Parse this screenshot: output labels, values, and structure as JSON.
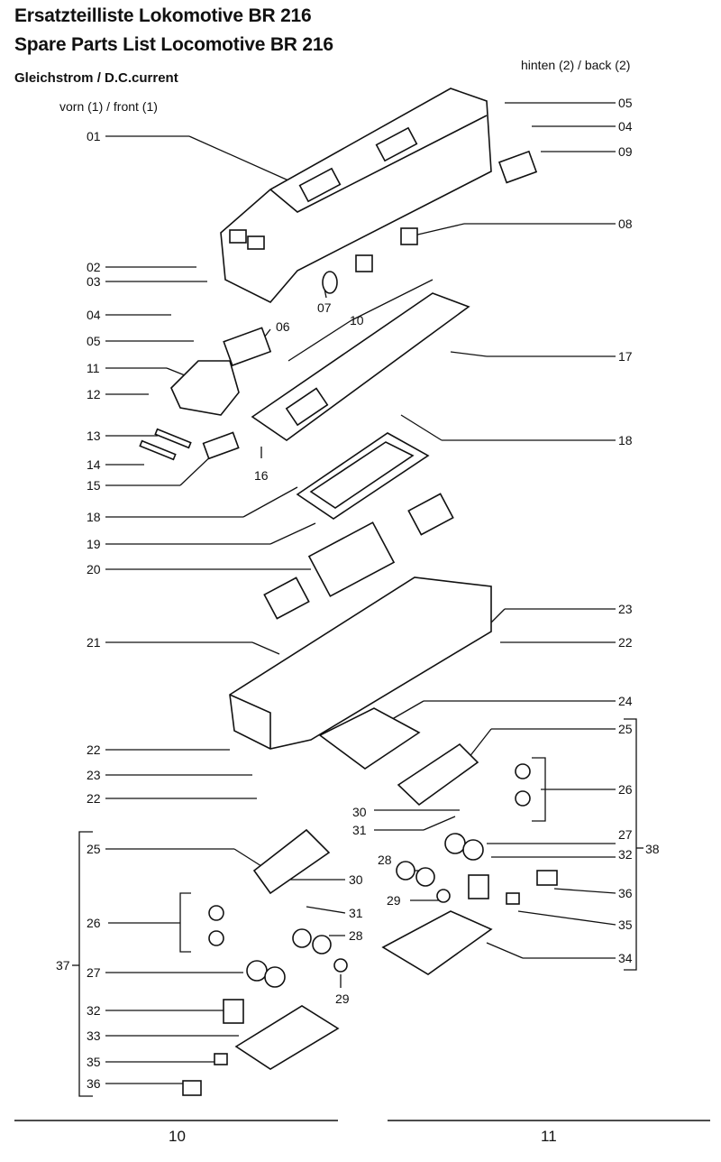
{
  "header": {
    "title_de": "Ersatzteilliste Lokomotive BR 216",
    "title_en": "Spare Parts List Locomotive BR 216",
    "subtitle": "Gleichstrom / D.C.current",
    "front_label": "vorn (1) / front (1)",
    "back_label": "hinten (2) / back (2)"
  },
  "callouts": {
    "n01": "01",
    "n02": "02",
    "n03": "03",
    "n04_left": "04",
    "n05_left": "05",
    "n05_right": "05",
    "n04_right": "04",
    "n09": "09",
    "n08": "08",
    "n06": "06",
    "n07": "07",
    "n10": "10",
    "n11": "11",
    "n12": "12",
    "n13": "13",
    "n14": "14",
    "n15": "15",
    "n16": "16",
    "n17": "17",
    "n18_right": "18",
    "n18_left": "18",
    "n19": "19",
    "n20": "20",
    "n21": "21",
    "n23_right": "23",
    "n22_right": "22",
    "n24": "24",
    "n22_a": "22",
    "n23_left": "23",
    "n22_b": "22",
    "n25_right": "25",
    "n26_right": "26",
    "n30_right": "30",
    "n31_right": "31",
    "n27_right": "27",
    "n32_right": "32",
    "n38": "38",
    "n28_right": "28",
    "n29_right": "29",
    "n36_right": "36",
    "n35_right": "35",
    "n34": "34",
    "n25_left": "25",
    "n30_left": "30",
    "n31_left": "31",
    "n28_left": "28",
    "n26_left": "26",
    "n37": "37",
    "n27_left": "27",
    "n29_left": "29",
    "n32_left": "32",
    "n33": "33",
    "n35_left": "35",
    "n36_left": "36"
  },
  "footer": {
    "page_left": "10",
    "page_right": "11"
  }
}
